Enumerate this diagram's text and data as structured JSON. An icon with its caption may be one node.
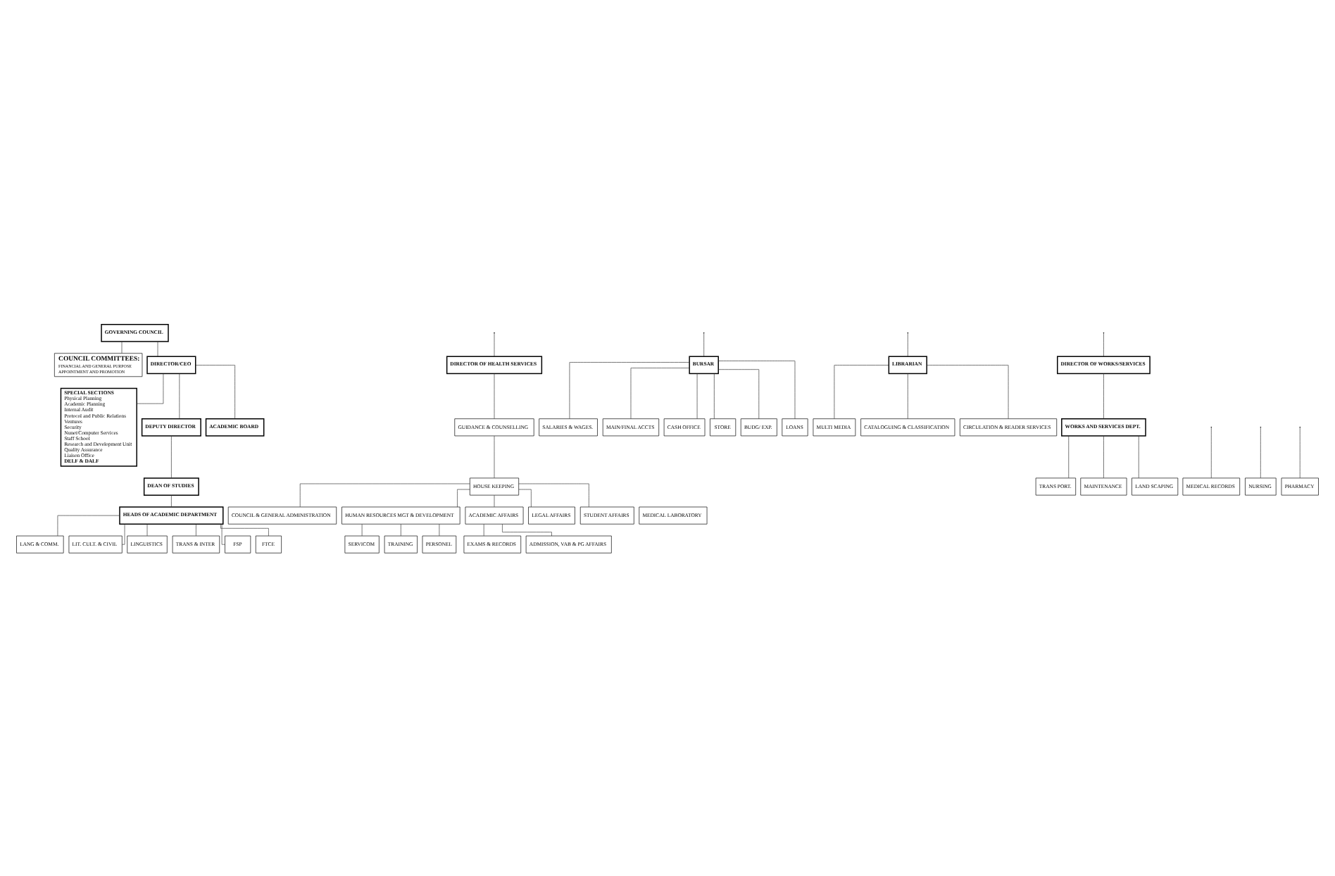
{
  "diagram": {
    "nodes": [
      {
        "text": [
          "GOVERNING COUNCIL"
        ]
      },
      {
        "text": [
          "COUNCIL COMMITTEES:",
          "FINANCIAL AND GENERAL PURPOSE",
          "APPOINTMENT AND PROMOTION"
        ]
      },
      {
        "text": [
          "DIRECTOR/CEO"
        ]
      },
      {
        "text": [
          "SPECIAL SECTIONS",
          "Physical Planning",
          "Academic Planning",
          "Internal Audit",
          "Protocol and Public Relations",
          "Ventures",
          "Security",
          "Nunet/Computer Services",
          "Staff School",
          "Research and Development Unit",
          "Quality Assurance",
          "Liaison Office",
          "DELF & DALF"
        ]
      },
      {
        "text": [
          "DEPUTY DIRECTOR"
        ]
      },
      {
        "text": [
          "ACADEMIC BOARD"
        ]
      },
      {
        "text": [
          "DEAN OF STUDIES"
        ]
      },
      {
        "text": [
          "DIRECTOR OF HEALTH SERVICES"
        ]
      },
      {
        "text": [
          "BURSAR"
        ]
      },
      {
        "text": [
          "LIBRARIAN"
        ]
      },
      {
        "text": [
          "DIRECTOR OF WORKS/SERVICES"
        ]
      },
      {
        "text": [
          "HEADS OF ACADEMIC DEPARTMENT"
        ]
      },
      {
        "text": [
          "GUIDANCE & COUNSELLING"
        ]
      },
      {
        "text": [
          "HOUSE KEEPING"
        ]
      },
      {
        "text": [
          "WORKS AND SERVICES DEPT."
        ]
      },
      {
        "text": [
          "LANG & COMM."
        ]
      },
      {
        "text": [
          "LIT. CULT. & CIVIL"
        ]
      },
      {
        "text": [
          "LINGUISTICS"
        ]
      },
      {
        "text": [
          "TRANS & INTER"
        ]
      },
      {
        "text": [
          "FSP"
        ]
      },
      {
        "text": [
          "FTCE"
        ]
      },
      {
        "text": [
          "TRANS PORT."
        ]
      },
      {
        "text": [
          "MAINTENANCE"
        ]
      },
      {
        "text": [
          "LAND SCAPING"
        ]
      },
      {
        "text": [
          "MULTI MEDIA"
        ]
      },
      {
        "text": [
          "CATALOGUING & CLASSIFICATION"
        ]
      },
      {
        "text": [
          "CIRCULATION & READER SERVICES"
        ]
      },
      {
        "text": [
          "MEDICAL LABORATORY"
        ]
      },
      {
        "text": [
          "SALARIES & WAGES."
        ]
      },
      {
        "text": [
          "MAIN/FINAL ACCTS"
        ]
      },
      {
        "text": [
          "CASH OFFICE"
        ]
      },
      {
        "text": [
          "STORE"
        ]
      },
      {
        "text": [
          "BUDG/ EXP."
        ]
      },
      {
        "text": [
          "LOANS"
        ]
      },
      {
        "text": [
          "MEDICAL RECORDS"
        ]
      },
      {
        "text": [
          "NURSING"
        ]
      },
      {
        "text": [
          "PHARMACY"
        ]
      },
      {
        "text": [
          "COUNCIL & GENERAL ADMINISTRATION"
        ]
      },
      {
        "text": [
          "HUMAN RESOURCES MGT & DEVELOPMENT"
        ]
      },
      {
        "text": [
          "ACADEMIC AFFAIRS"
        ]
      },
      {
        "text": [
          "LEGAL AFFAIRS"
        ]
      },
      {
        "text": [
          "STUDENT AFFAIRS"
        ]
      },
      {
        "text": [
          "SERVICOM"
        ]
      },
      {
        "text": [
          "TRAINING"
        ]
      },
      {
        "text": [
          "PERSONEL"
        ]
      },
      {
        "text": [
          "EXAMS & RECORDS"
        ]
      },
      {
        "text": [
          "ADMISSION, VAB & PG AFFAIRS"
        ]
      }
    ],
    "edges": [
      {
        "from": 0,
        "to": 1,
        "arrow": "none"
      },
      {
        "from": 0,
        "to": 2,
        "arrow": "none"
      },
      {
        "from": 2,
        "to": 4,
        "arrow": "none"
      },
      {
        "from": 2,
        "to": 5,
        "arrow": "none"
      },
      {
        "from": 2,
        "to": 3,
        "arrow": "none"
      },
      {
        "from": 4,
        "to": 6,
        "arrow": "none"
      },
      {
        "from": 6,
        "to": 11,
        "arrow": "none"
      },
      {
        "from": null,
        "to": 7,
        "arrow": "none"
      },
      {
        "from": null,
        "to": 8,
        "arrow": "none"
      },
      {
        "from": null,
        "to": 9,
        "arrow": "none"
      },
      {
        "from": null,
        "to": 10,
        "arrow": "none"
      },
      {
        "from": 7,
        "to": 12,
        "arrow": "none"
      },
      {
        "from": 12,
        "to": 13,
        "arrow": "none"
      },
      {
        "from": 10,
        "to": 14,
        "arrow": "none"
      },
      {
        "from": 11,
        "to": 15,
        "arrow": "none"
      },
      {
        "from": 11,
        "to": 16,
        "arrow": "none"
      },
      {
        "from": 11,
        "to": 17,
        "arrow": "none"
      },
      {
        "from": 11,
        "to": 18,
        "arrow": "none"
      },
      {
        "from": 11,
        "to": 19,
        "arrow": "none"
      },
      {
        "from": 11,
        "to": 20,
        "arrow": "none"
      },
      {
        "from": 14,
        "to": 21,
        "arrow": "none"
      },
      {
        "from": 14,
        "to": 22,
        "arrow": "none"
      },
      {
        "from": 14,
        "to": 23,
        "arrow": "none"
      },
      {
        "from": 9,
        "to": 24,
        "arrow": "none"
      },
      {
        "from": 9,
        "to": 25,
        "arrow": "none"
      },
      {
        "from": 9,
        "to": 26,
        "arrow": "none"
      },
      {
        "from": 8,
        "to": 28,
        "arrow": "none"
      },
      {
        "from": 8,
        "to": 29,
        "arrow": "none"
      },
      {
        "from": 8,
        "to": 30,
        "arrow": "none"
      },
      {
        "from": 8,
        "to": 31,
        "arrow": "none"
      },
      {
        "from": 8,
        "to": 32,
        "arrow": "none"
      },
      {
        "from": 8,
        "to": 33,
        "arrow": "none"
      },
      {
        "from": null,
        "to": 34,
        "arrow": "none"
      },
      {
        "from": null,
        "to": 35,
        "arrow": "none"
      },
      {
        "from": null,
        "to": 36,
        "arrow": "none"
      },
      {
        "from": 13,
        "to": 37,
        "arrow": "none"
      },
      {
        "from": 13,
        "to": 38,
        "arrow": "none"
      },
      {
        "from": 13,
        "to": 39,
        "arrow": "none"
      },
      {
        "from": 13,
        "to": 40,
        "arrow": "none"
      },
      {
        "from": 13,
        "to": 41,
        "arrow": "none"
      },
      {
        "from": 38,
        "to": 42,
        "arrow": "none"
      },
      {
        "from": 38,
        "to": 43,
        "arrow": "none"
      },
      {
        "from": 38,
        "to": 44,
        "arrow": "none"
      },
      {
        "from": 39,
        "to": 45,
        "arrow": "none"
      },
      {
        "from": 39,
        "to": 46,
        "arrow": "none"
      }
    ]
  }
}
